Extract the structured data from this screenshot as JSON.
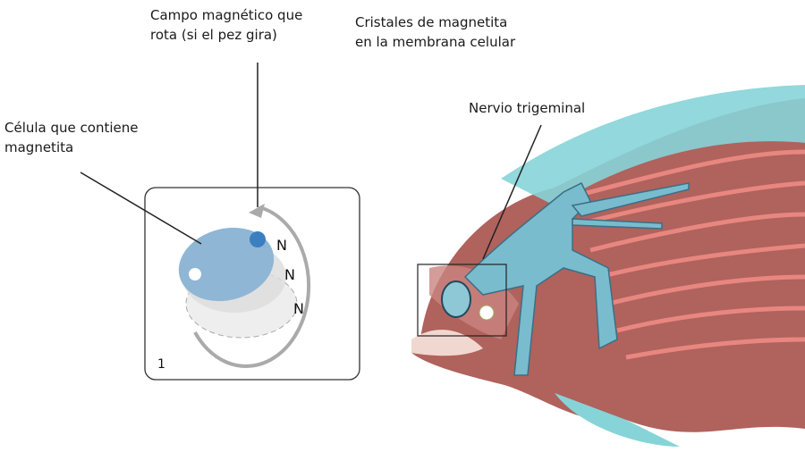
{
  "labels": {
    "field": "Campo magnético que\nrota (si el pez gira)",
    "crystals": "Cristales de magnetita\nen la membrana celular",
    "cell": "Célula que contiene\nmagnetita",
    "nerve": "Nervio trigeminal"
  },
  "panel": {
    "number": "1",
    "north_labels": [
      "N",
      "N",
      "N"
    ]
  },
  "colors": {
    "cell": "#8fb6d4",
    "nerve": "#6fb6c8",
    "fish_body": "#b25a55",
    "stripes": "#e88a84",
    "fin": "#7fd0d6"
  }
}
